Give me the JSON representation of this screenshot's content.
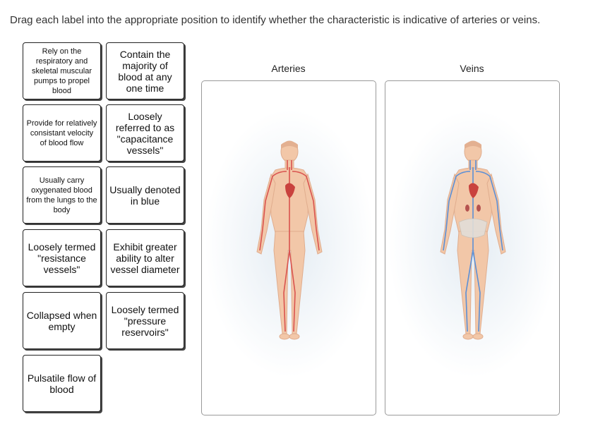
{
  "instructions": "Drag each label into the appropriate position to identify whether the characteristic is indicative of arteries or veins.",
  "labels": [
    "Rely on the respiratory and skeletal muscular pumps to propel blood",
    "Contain the majority of blood at any one time",
    "Provide for relatively consistant velocity of blood flow",
    "Loosely referred to as \"capacitance vessels\"",
    "Usually carry oxygenated blood from the lungs to the body",
    "Usually denoted in blue",
    "Loosely termed \"resistance vessels\"",
    "Exhibit greater ability to alter vessel diameter",
    "Collapsed when empty",
    "Loosely termed \"pressure reservoirs\"",
    "Pulsatile flow of blood"
  ],
  "zones": {
    "arteries": "Arteries",
    "veins": "Veins"
  },
  "colors": {
    "artery_red": "#d9534f",
    "vein_blue": "#5b8fd6",
    "skin": "#f2c7a8"
  }
}
